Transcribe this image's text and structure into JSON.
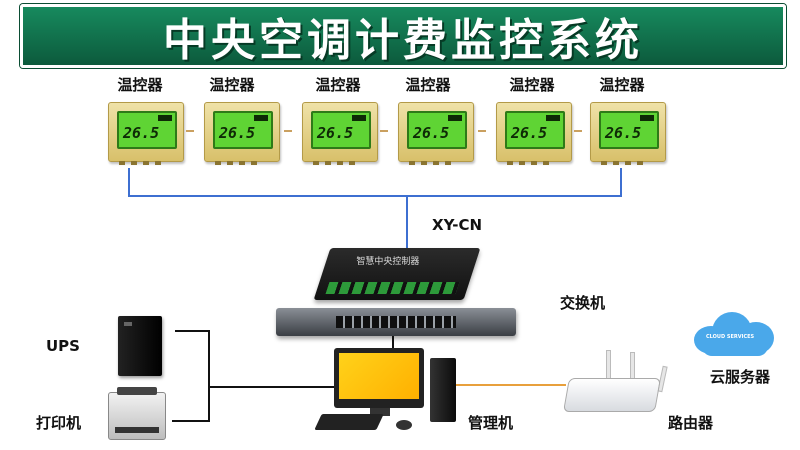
{
  "title": "中央空调计费监控系统",
  "thermostats": [
    {
      "label": "温控器",
      "reading": "26.5"
    },
    {
      "label": "温控器",
      "reading": "26.5"
    },
    {
      "label": "温控器",
      "reading": "26.5"
    },
    {
      "label": "温控器",
      "reading": "26.5"
    },
    {
      "label": "温控器",
      "reading": "26.5"
    },
    {
      "label": "温控器",
      "reading": "26.5"
    }
  ],
  "controller": {
    "label": "XY-CN",
    "device_text": "智慧中央控制器"
  },
  "switch": {
    "label": "交换机"
  },
  "ups": {
    "label": "UPS"
  },
  "printer": {
    "label": "打印机"
  },
  "pc": {
    "label": "管理机"
  },
  "cloud": {
    "label": "云服务器",
    "badge": "CLOUD SERVICES"
  },
  "router": {
    "label": "路由器"
  },
  "colors": {
    "banner": "#0f6b47",
    "bus_wire": "#3d6fd1",
    "lan_wire": "#111111",
    "wan_wire": "#e8a03c",
    "screen": "#5fd434"
  }
}
